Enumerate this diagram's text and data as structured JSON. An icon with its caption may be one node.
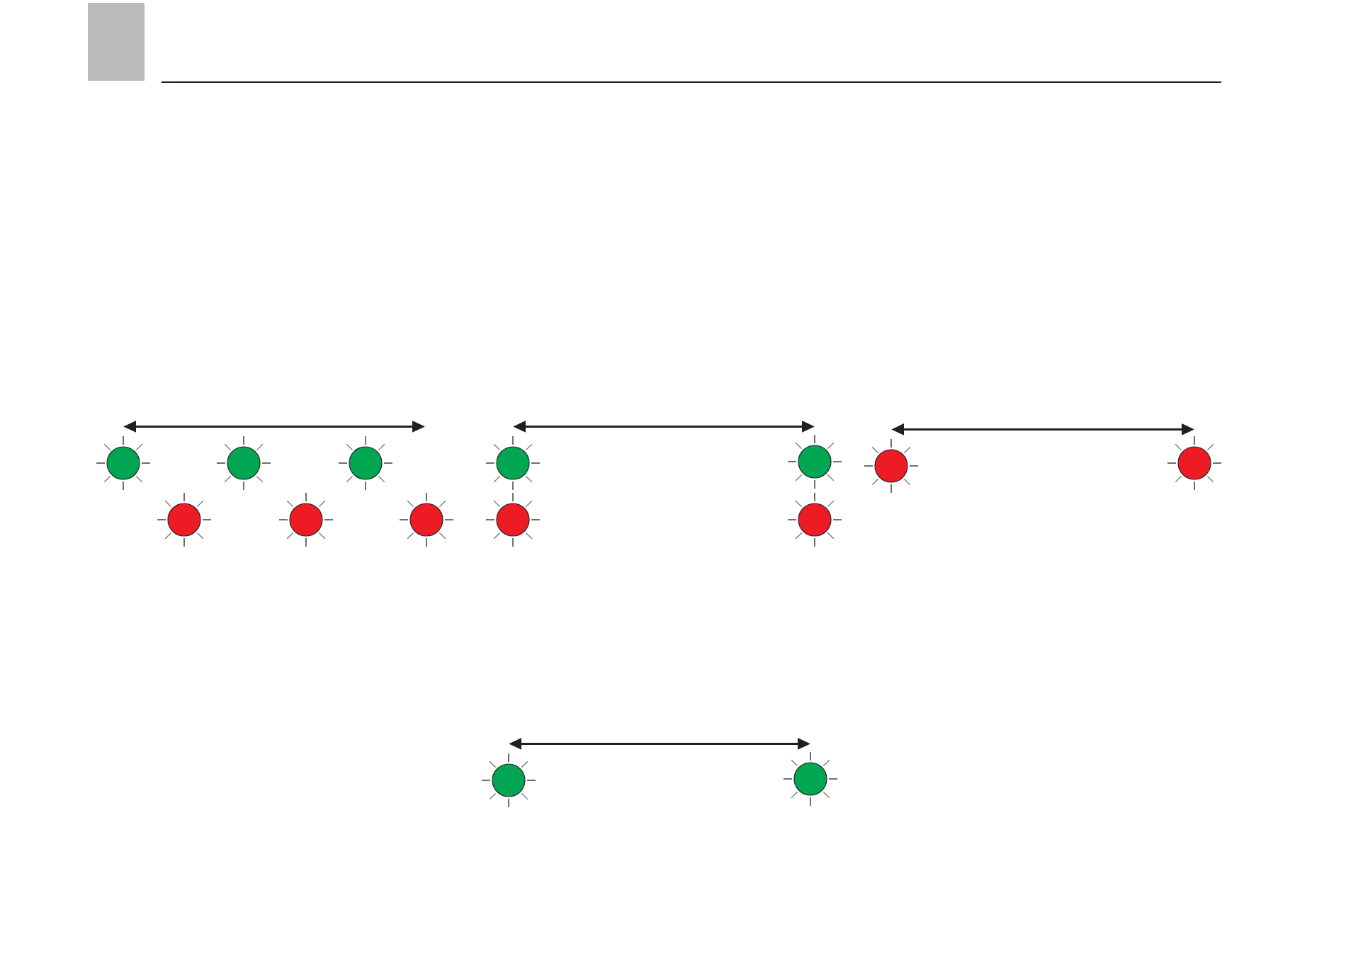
{
  "diagram": {
    "nodes": [
      {
        "text": [],
        "shape": "lamp"
      },
      {
        "text": [],
        "shape": "lamp"
      },
      {
        "text": [],
        "shape": "lamp"
      },
      {
        "text": [],
        "shape": "lamp"
      },
      {
        "text": [],
        "shape": "lamp"
      },
      {
        "text": [],
        "shape": "lamp"
      },
      {
        "text": [],
        "shape": "lamp"
      },
      {
        "text": [],
        "shape": "lamp"
      },
      {
        "text": [],
        "shape": "lamp"
      },
      {
        "text": [],
        "shape": "lamp"
      },
      {
        "text": [],
        "shape": "lamp"
      },
      {
        "text": [],
        "shape": "lamp"
      },
      {
        "text": [],
        "shape": "lamp"
      },
      {
        "text": [],
        "shape": "lamp"
      }
    ],
    "edges": [
      {
        "from": 0,
        "to": null,
        "arrow": "both"
      },
      {
        "from": 6,
        "to": 7,
        "arrow": "both"
      },
      {
        "from": 10,
        "to": 11,
        "arrow": "both"
      },
      {
        "from": 12,
        "to": 13,
        "arrow": "both"
      }
    ]
  }
}
